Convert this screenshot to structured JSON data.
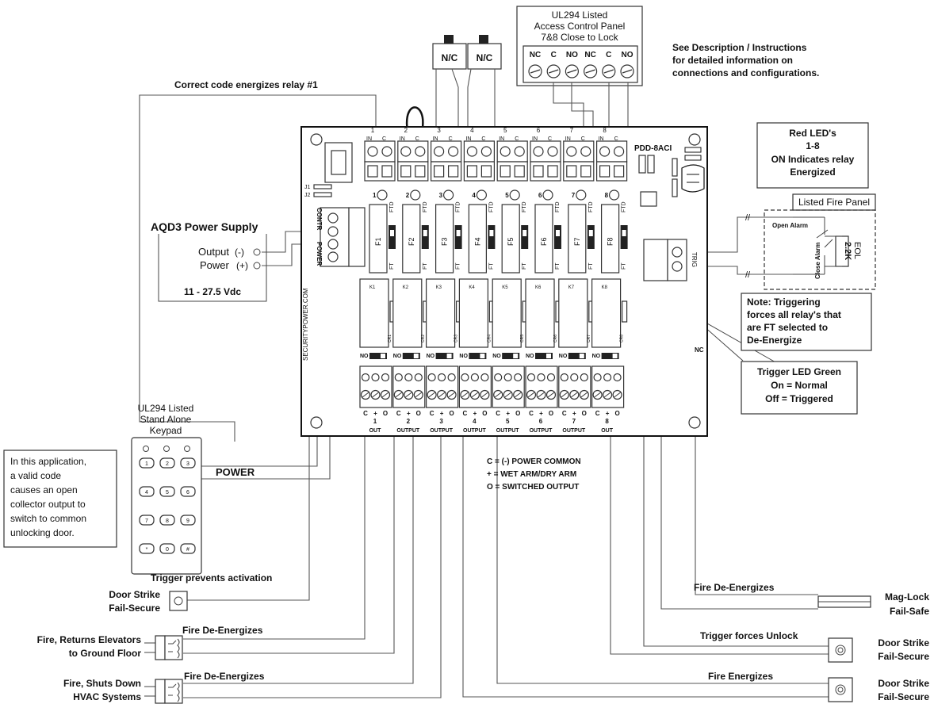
{
  "access_panel": {
    "title": "UL294 Listed",
    "line2": "Access Control Panel",
    "line3": "7&8 Close to Lock",
    "terminals": [
      "NC",
      "C",
      "NO",
      "NC",
      "C",
      "NO"
    ]
  },
  "nc_switches": [
    "N/C",
    "N/C"
  ],
  "see_description": [
    "See Description / Instructions",
    "for detailed information on",
    "connections and configurations."
  ],
  "correct_code": "Correct code energizes relay #1",
  "board": {
    "model": "PDD-8ACI",
    "side_label": "SECURITYPOWER.COM",
    "contr": "CONTR",
    "power": "POWER",
    "j1": "J1",
    "j2": "J2",
    "trig": "TRIG",
    "nc_corner": "NC",
    "inputs": [
      "1",
      "2",
      "3",
      "4",
      "5",
      "6",
      "7",
      "8"
    ],
    "fuses": [
      "F1",
      "F2",
      "F3",
      "F4",
      "F5",
      "F6",
      "F7",
      "F8"
    ],
    "relays": [
      "K1",
      "K2",
      "K3",
      "K4",
      "K5",
      "K6",
      "K7",
      "K8"
    ],
    "diodes": [
      "CR1",
      "CR2",
      "CR3",
      "CR4",
      "CR5",
      "CR6",
      "CR7",
      "CR8"
    ],
    "led_numbers": [
      "1",
      "2",
      "3",
      "4",
      "5",
      "6",
      "7",
      "8"
    ],
    "in_label": "IN",
    "c_label": "C",
    "ftd": "FTD",
    "ft": "FT",
    "no_label": "NO",
    "output_labels": [
      "OUT",
      "OUTPUT",
      "OUTPUT",
      "OUTPUT",
      "OUTPUT",
      "OUTPUT",
      "OUTPUT",
      "OUT"
    ],
    "output_terms": [
      "C",
      "+",
      "O"
    ]
  },
  "red_led": [
    "Red LED's",
    "1-8",
    "ON Indicates relay",
    "Energized"
  ],
  "fire_panel": {
    "title": "Listed Fire Panel",
    "open_alarm": "Open Alarm",
    "close_alarm": "Close Alarm",
    "eol": "EOL",
    "resistor": "2.2K"
  },
  "note": [
    "Note: Triggering",
    "forces all relay's that",
    "are FT selected to",
    "De-Energize"
  ],
  "trigger_led": [
    "Trigger LED Green",
    "On = Normal",
    "Off = Triggered"
  ],
  "power_supply": {
    "title": "AQD3 Power Supply",
    "output": "Output",
    "output_sign": "(-)",
    "power": "Power",
    "power_sign": "(+)",
    "voltage": "11 - 27.5 Vdc"
  },
  "keypad": {
    "title": [
      "UL294 Listed",
      "Stand Alone",
      "Keypad"
    ],
    "keys": [
      "1",
      "2",
      "3",
      "4",
      "5",
      "6",
      "7",
      "8",
      "9",
      "*",
      "0",
      "#"
    ]
  },
  "power_label": "POWER",
  "application_text": [
    "In this application,",
    "a valid code",
    "causes an open",
    "collector output to",
    "switch to common",
    "unlocking door."
  ],
  "legend": [
    "C = (-) POWER COMMON",
    "+ = WET ARM/DRY ARM",
    "O = SWITCHED OUTPUT"
  ],
  "left_labels": {
    "trigger_prevents": "Trigger prevents activation",
    "door_strike_1": [
      "Door Strike",
      "Fail-Secure"
    ],
    "fire_de_1": "Fire De-Energizes",
    "elevators": [
      "Fire, Returns Elevators",
      "to Ground Floor"
    ],
    "fire_de_2": "Fire De-Energizes",
    "hvac": [
      "Fire, Shuts Down",
      "HVAC Systems"
    ]
  },
  "right_labels": {
    "fire_de": "Fire De-Energizes",
    "maglock": [
      "Mag-Lock",
      "Fail-Safe"
    ],
    "trigger_unlock": "Trigger forces Unlock",
    "door_strike_2": [
      "Door Strike",
      "Fail-Secure"
    ],
    "fire_energizes": "Fire Energizes",
    "door_strike_3": [
      "Door Strike",
      "Fail-Secure"
    ]
  }
}
